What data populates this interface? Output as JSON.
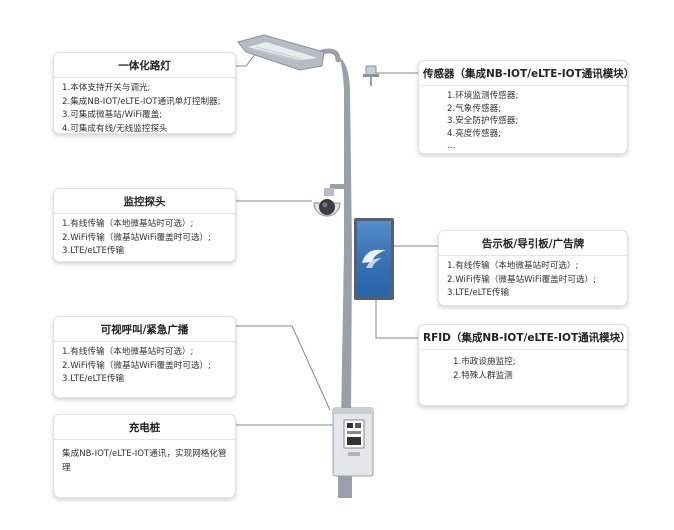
{
  "cards": {
    "integrated_light": {
      "title": "一体化路灯",
      "items": [
        "1.本体支持开关与调光;",
        "2.集成NB-IOT/eLTE-IOT通讯单灯控制器;",
        "3.可集成微基站/WiFi覆盖;",
        "4.可集成有线/无线监控探头"
      ]
    },
    "sensor": {
      "title": "传感器（集成NB-IOT/eLTE-IOT通讯模块）",
      "items": [
        "1.环境监测传感器;",
        "2.气象传感器;",
        "3.安全防护传感器;",
        "4.亮度传感器;",
        "..."
      ]
    },
    "camera": {
      "title": "监控探头",
      "items": [
        "1.有线传输（本地微基站时可选）;",
        "2.WiFi传输（微基站WiFi覆盖时可选）;",
        "3.LTE/eLTE传输"
      ]
    },
    "billboard": {
      "title": "告示板/导引板/广告牌",
      "items": [
        "1.有线传输（本地微基站时可选）;",
        "2.WiFi传输（微基站WiFi覆盖时可选）;",
        "3.LTE/eLTE传输"
      ]
    },
    "intercom": {
      "title": "可视呼叫/紧急广播",
      "items": [
        "1.有线传输（本地微基站时可选）;",
        "2.WiFi传输（微基站WiFi覆盖时可选）;",
        "3.LTE/eLTE传输"
      ]
    },
    "rfid": {
      "title": "RFID（集成NB-IOT/eLTE-IOT通讯模块）",
      "items": [
        "1.市政设施监控;",
        "2.特殊人群监测"
      ]
    },
    "charging": {
      "title": "充电桩",
      "text": "集成NB-IOT/eLTE-IOT通讯，实现网格化管理"
    }
  },
  "colors": {
    "pole": "#9aa0a8",
    "pole_shade": "#7e858e",
    "screen": "#2f6fb6",
    "connector": "#888888"
  }
}
